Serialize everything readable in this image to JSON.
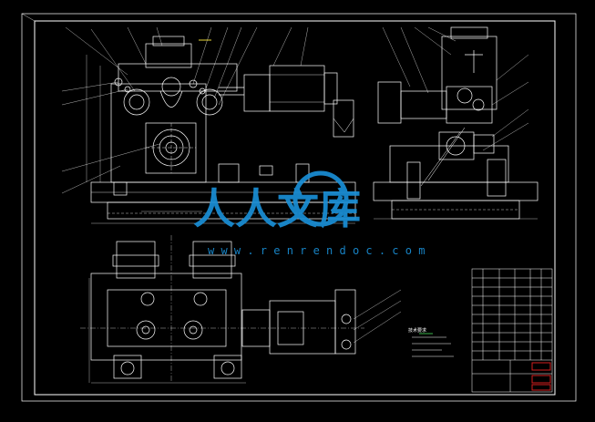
{
  "drawing": {
    "background_color": "#000000",
    "line_color": "#ffffff",
    "accent_red": "#d21e1e",
    "accent_green": "#3ab54a",
    "accent_yellow": "#e8d63a"
  },
  "watermark": {
    "text": "人人文库",
    "url": "w w w . r e n r e n d o c . c o m",
    "color": "#1a8fd6"
  },
  "notes": {
    "heading": "技术要求"
  }
}
